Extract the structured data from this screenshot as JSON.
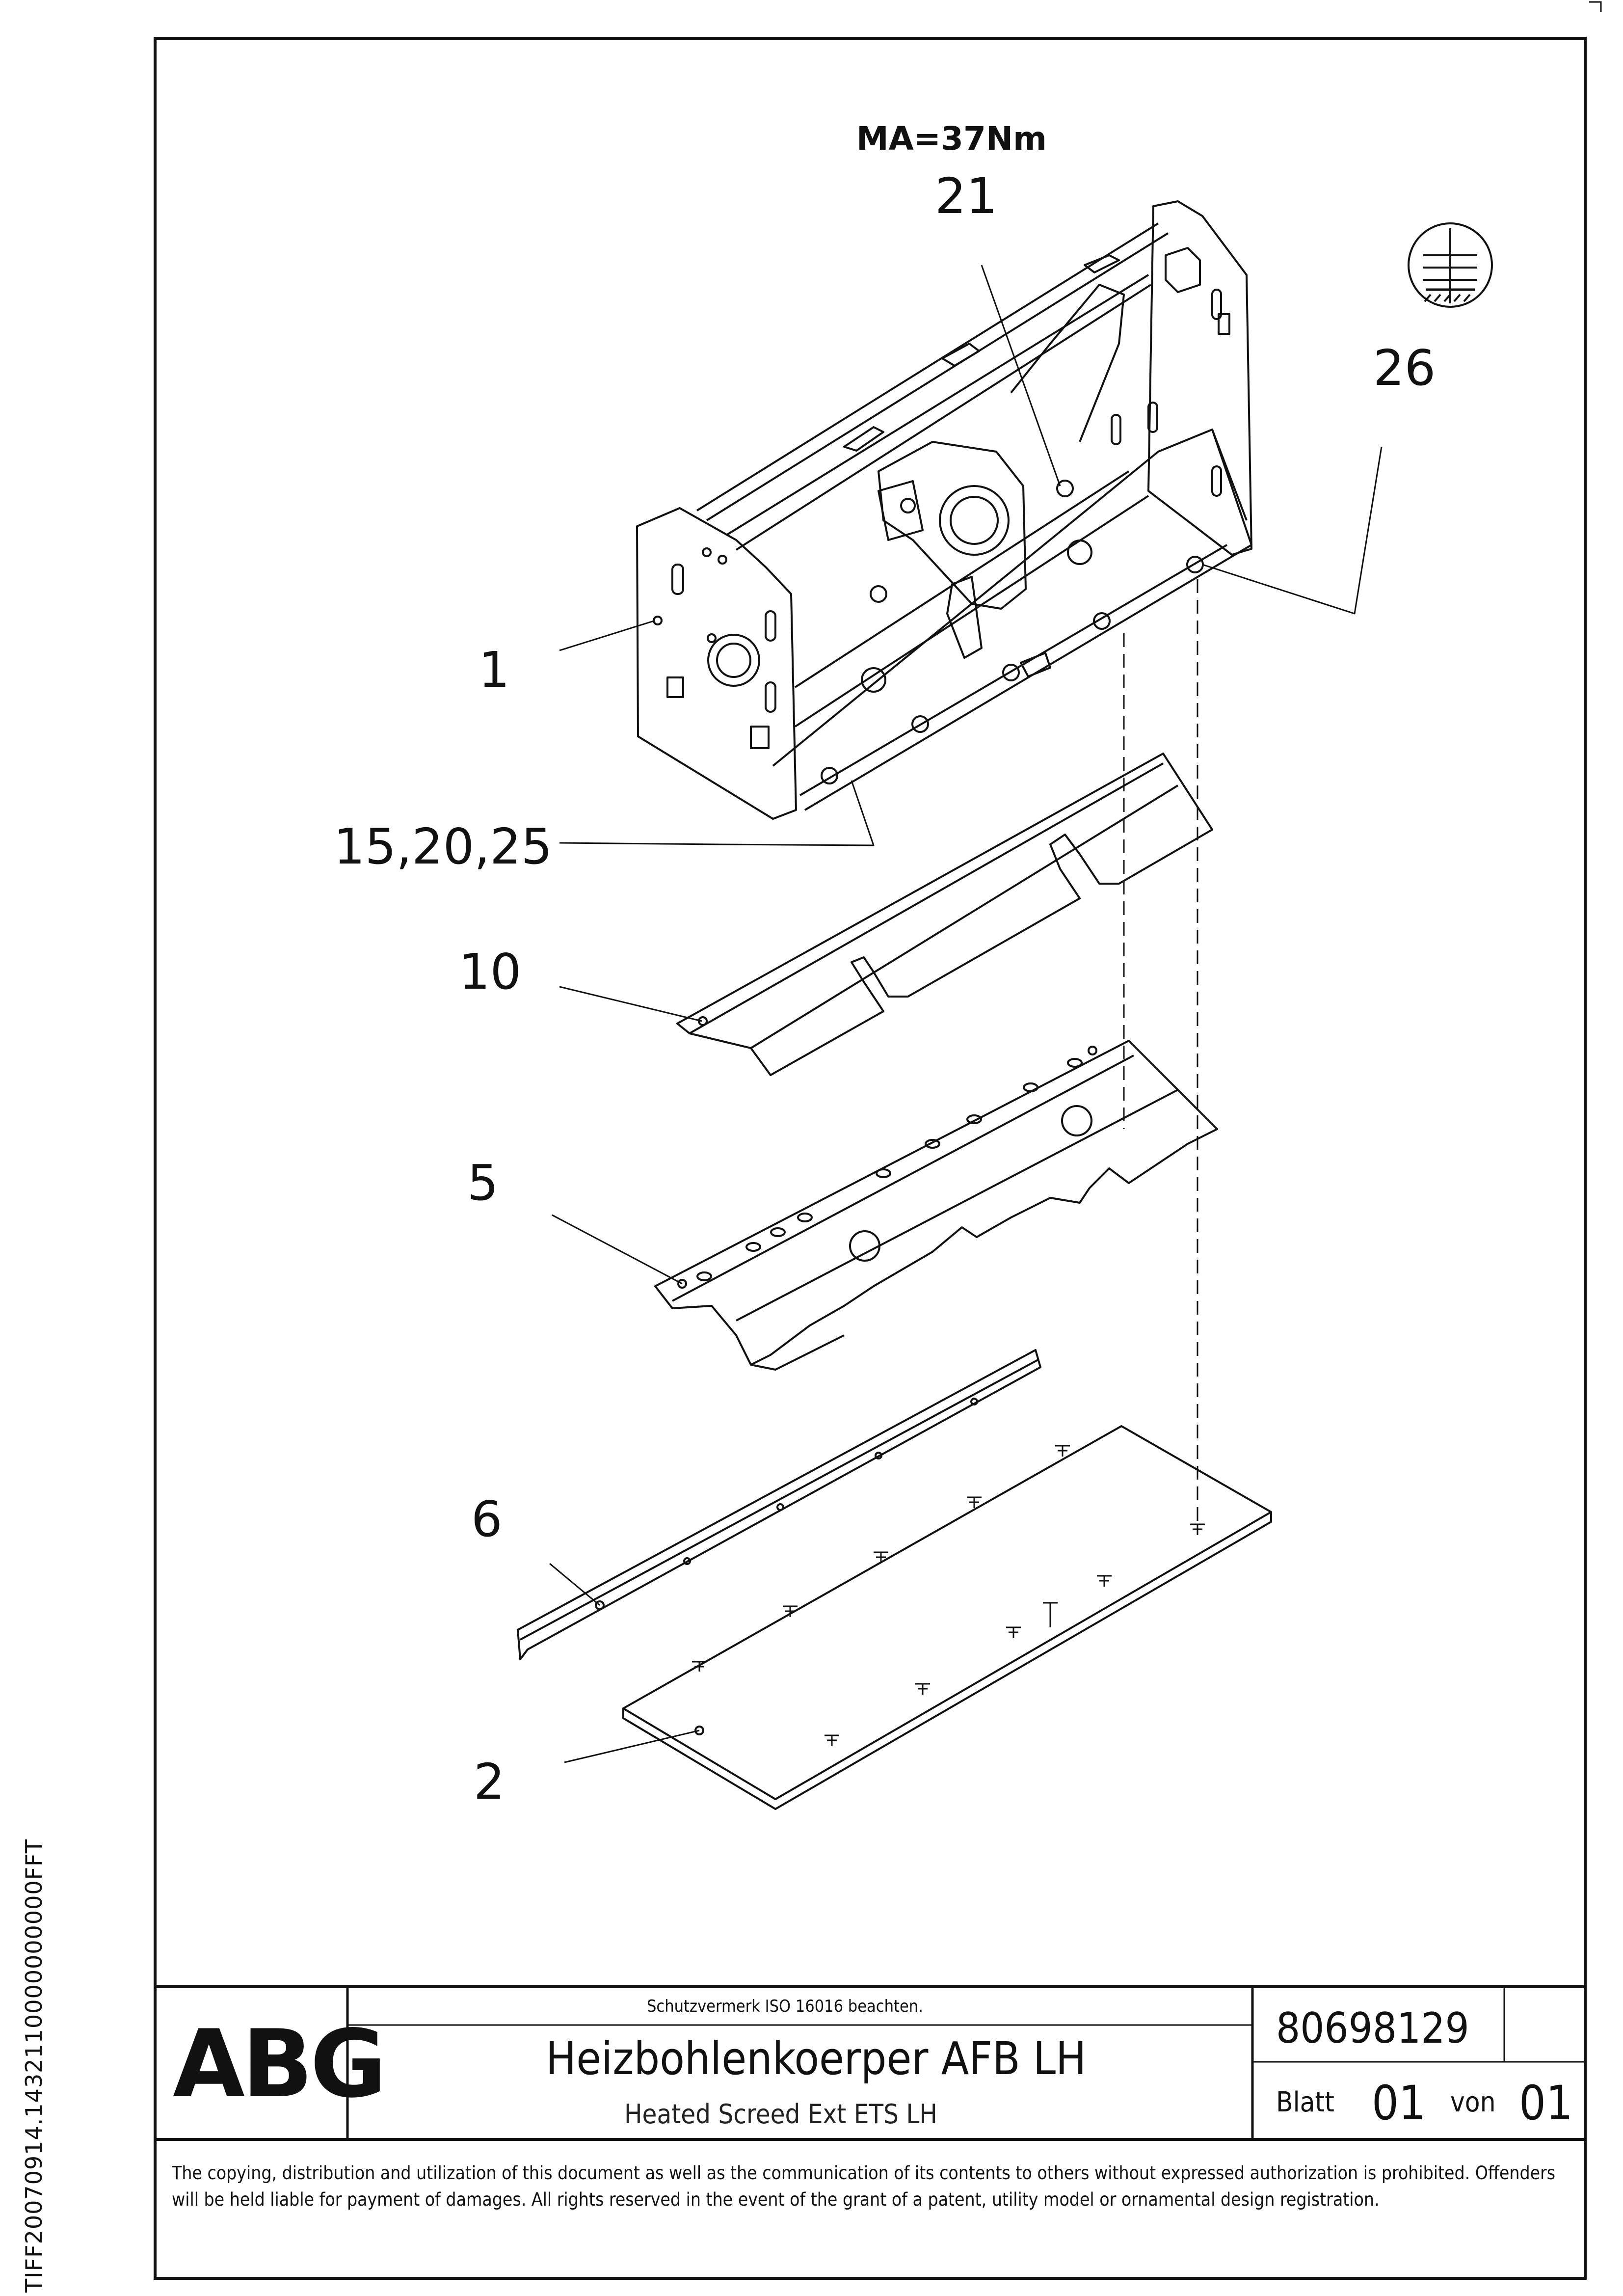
{
  "drawing": {
    "torque_note": "MA=37Nm",
    "callouts": [
      {
        "id": "c21",
        "label": "21"
      },
      {
        "id": "c26",
        "label": "26"
      },
      {
        "id": "c1",
        "label": "1"
      },
      {
        "id": "c15",
        "label": "15,20,25"
      },
      {
        "id": "c10",
        "label": "10"
      },
      {
        "id": "c5",
        "label": "5"
      },
      {
        "id": "c6",
        "label": "6"
      },
      {
        "id": "c2",
        "label": "2"
      }
    ],
    "symbol": "heating-element-icon"
  },
  "side_code": "TIFF20070914.1432110000000000FFT",
  "title_block": {
    "logo": "ABG",
    "protection_note": "Schutzvermerk ISO 16016 beachten.",
    "title_de": "Heizbohlenkoerper AFB LH",
    "title_en": "Heated Screed Ext ETS LH",
    "part_number": "80698129",
    "sheet_label": "Blatt",
    "sheet_number": "01",
    "of_label": "von",
    "sheet_total": "01"
  },
  "copyright": "The copying, distribution and utilization of this document as well as the communication of its contents to others without expressed authorization is prohibited. Offenders will be held liable for payment of damages. All rights reserved in the event of the grant of a patent, utility model or ornamental design registration."
}
